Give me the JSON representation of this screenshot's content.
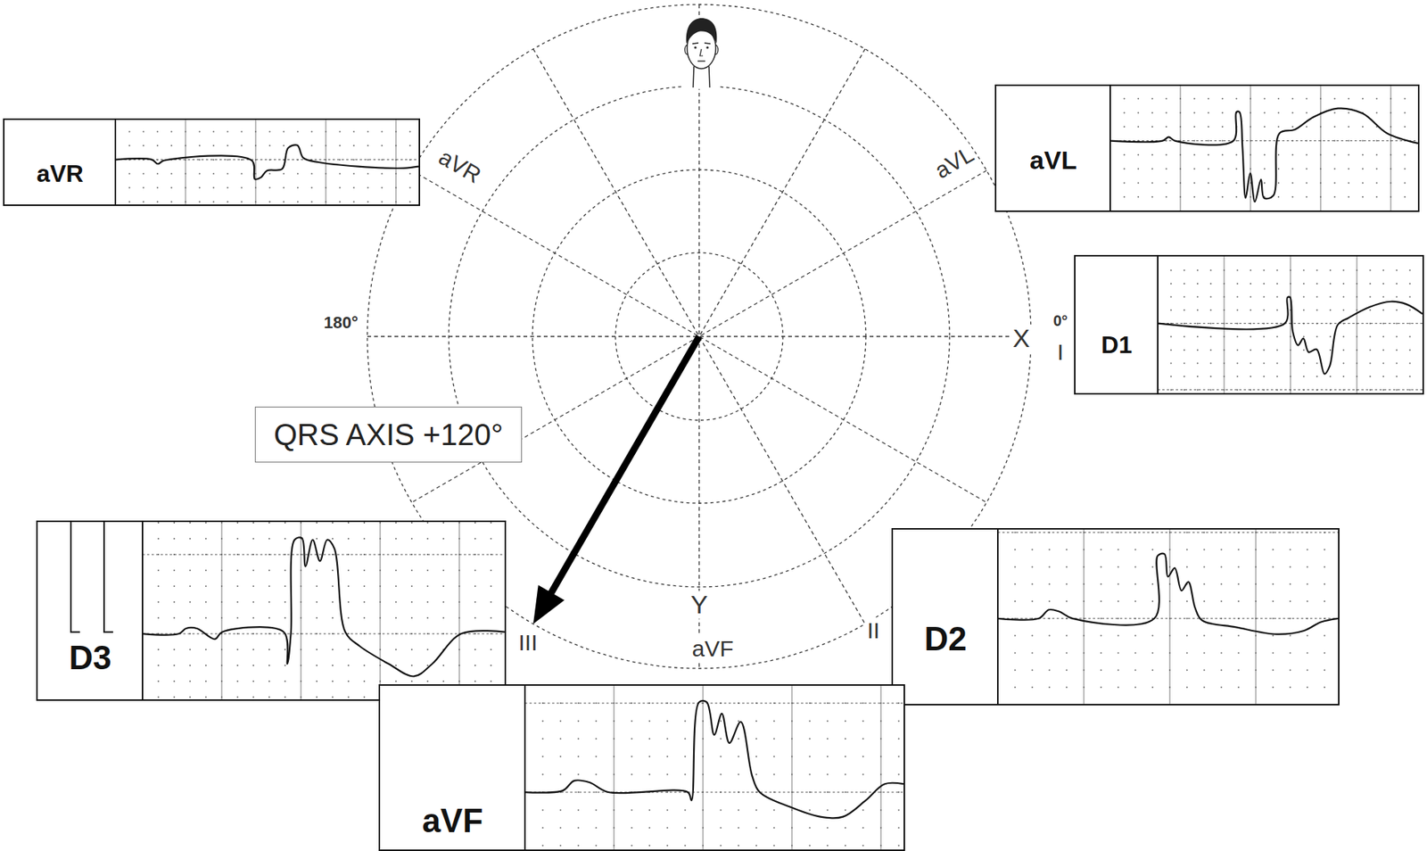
{
  "diagram": {
    "nodes": [
      {
        "text": [
          "aVR"
        ]
      },
      {
        "text": [
          "aVL"
        ]
      },
      {
        "text": [
          "D1"
        ]
      },
      {
        "text": [
          "QRS AXIS +120°"
        ]
      },
      {
        "text": [
          "D3"
        ]
      },
      {
        "text": [
          "D2"
        ]
      },
      {
        "text": [
          "aVF"
        ]
      }
    ],
    "labels": [
      "aVR",
      "aVL",
      "180°",
      "0°",
      "X",
      "I",
      "Y",
      "aVF",
      "II",
      "III"
    ]
  }
}
